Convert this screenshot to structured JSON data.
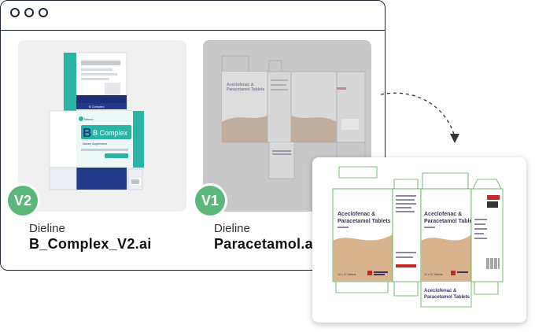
{
  "window": {
    "controls": [
      "close",
      "minimize",
      "maximize"
    ]
  },
  "files": [
    {
      "version": "V2",
      "type": "Dieline",
      "filename": "B_Complex_V2.ai",
      "thumbnail_text": [
        "B Complex",
        "Dietary Supplement"
      ]
    },
    {
      "version": "V1",
      "type": "Dieline",
      "filename": "Paracetamol.ai",
      "thumbnail_text": [
        "Aceclofenac &",
        "Paracetamol Tablets"
      ]
    }
  ],
  "preview": {
    "product_line1": "Aceclofenac &",
    "product_line2": "Paracetamol Tablets",
    "pack": "10 x 10 Tablets"
  },
  "icons": {
    "download": "download-icon",
    "more": "more-vertical-icon",
    "arrow": "dashed-arrow-icon"
  },
  "colors": {
    "badge": "#5bb87a",
    "teal": "#2bb3a3",
    "navy": "#233a8b",
    "tan": "#d7b48e"
  }
}
